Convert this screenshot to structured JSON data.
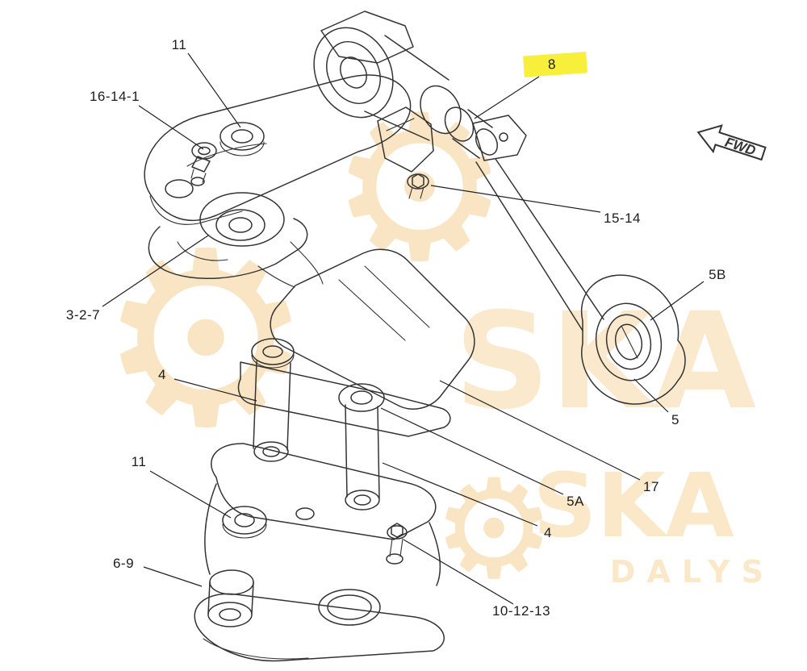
{
  "diagram": {
    "direction_indicator": "FWD",
    "highlight_color": "#f8ef3b",
    "line_color": "#333333",
    "watermark": {
      "gear_glyph": "⚙",
      "text_primary": "SKA",
      "text_secondary": "DALYS",
      "color": "#f2c77c"
    },
    "labels": [
      {
        "text": "11",
        "highlighted": false
      },
      {
        "text": "16-14-1",
        "highlighted": false
      },
      {
        "text": "8",
        "highlighted": true
      },
      {
        "text": "15-14",
        "highlighted": false
      },
      {
        "text": "5B",
        "highlighted": false
      },
      {
        "text": "3-2-7",
        "highlighted": false
      },
      {
        "text": "4",
        "highlighted": false
      },
      {
        "text": "5",
        "highlighted": false
      },
      {
        "text": "17",
        "highlighted": false
      },
      {
        "text": "5A",
        "highlighted": false
      },
      {
        "text": "11",
        "highlighted": false
      },
      {
        "text": "4",
        "highlighted": false
      },
      {
        "text": "6-9",
        "highlighted": false
      },
      {
        "text": "10-12-13",
        "highlighted": false
      }
    ]
  }
}
